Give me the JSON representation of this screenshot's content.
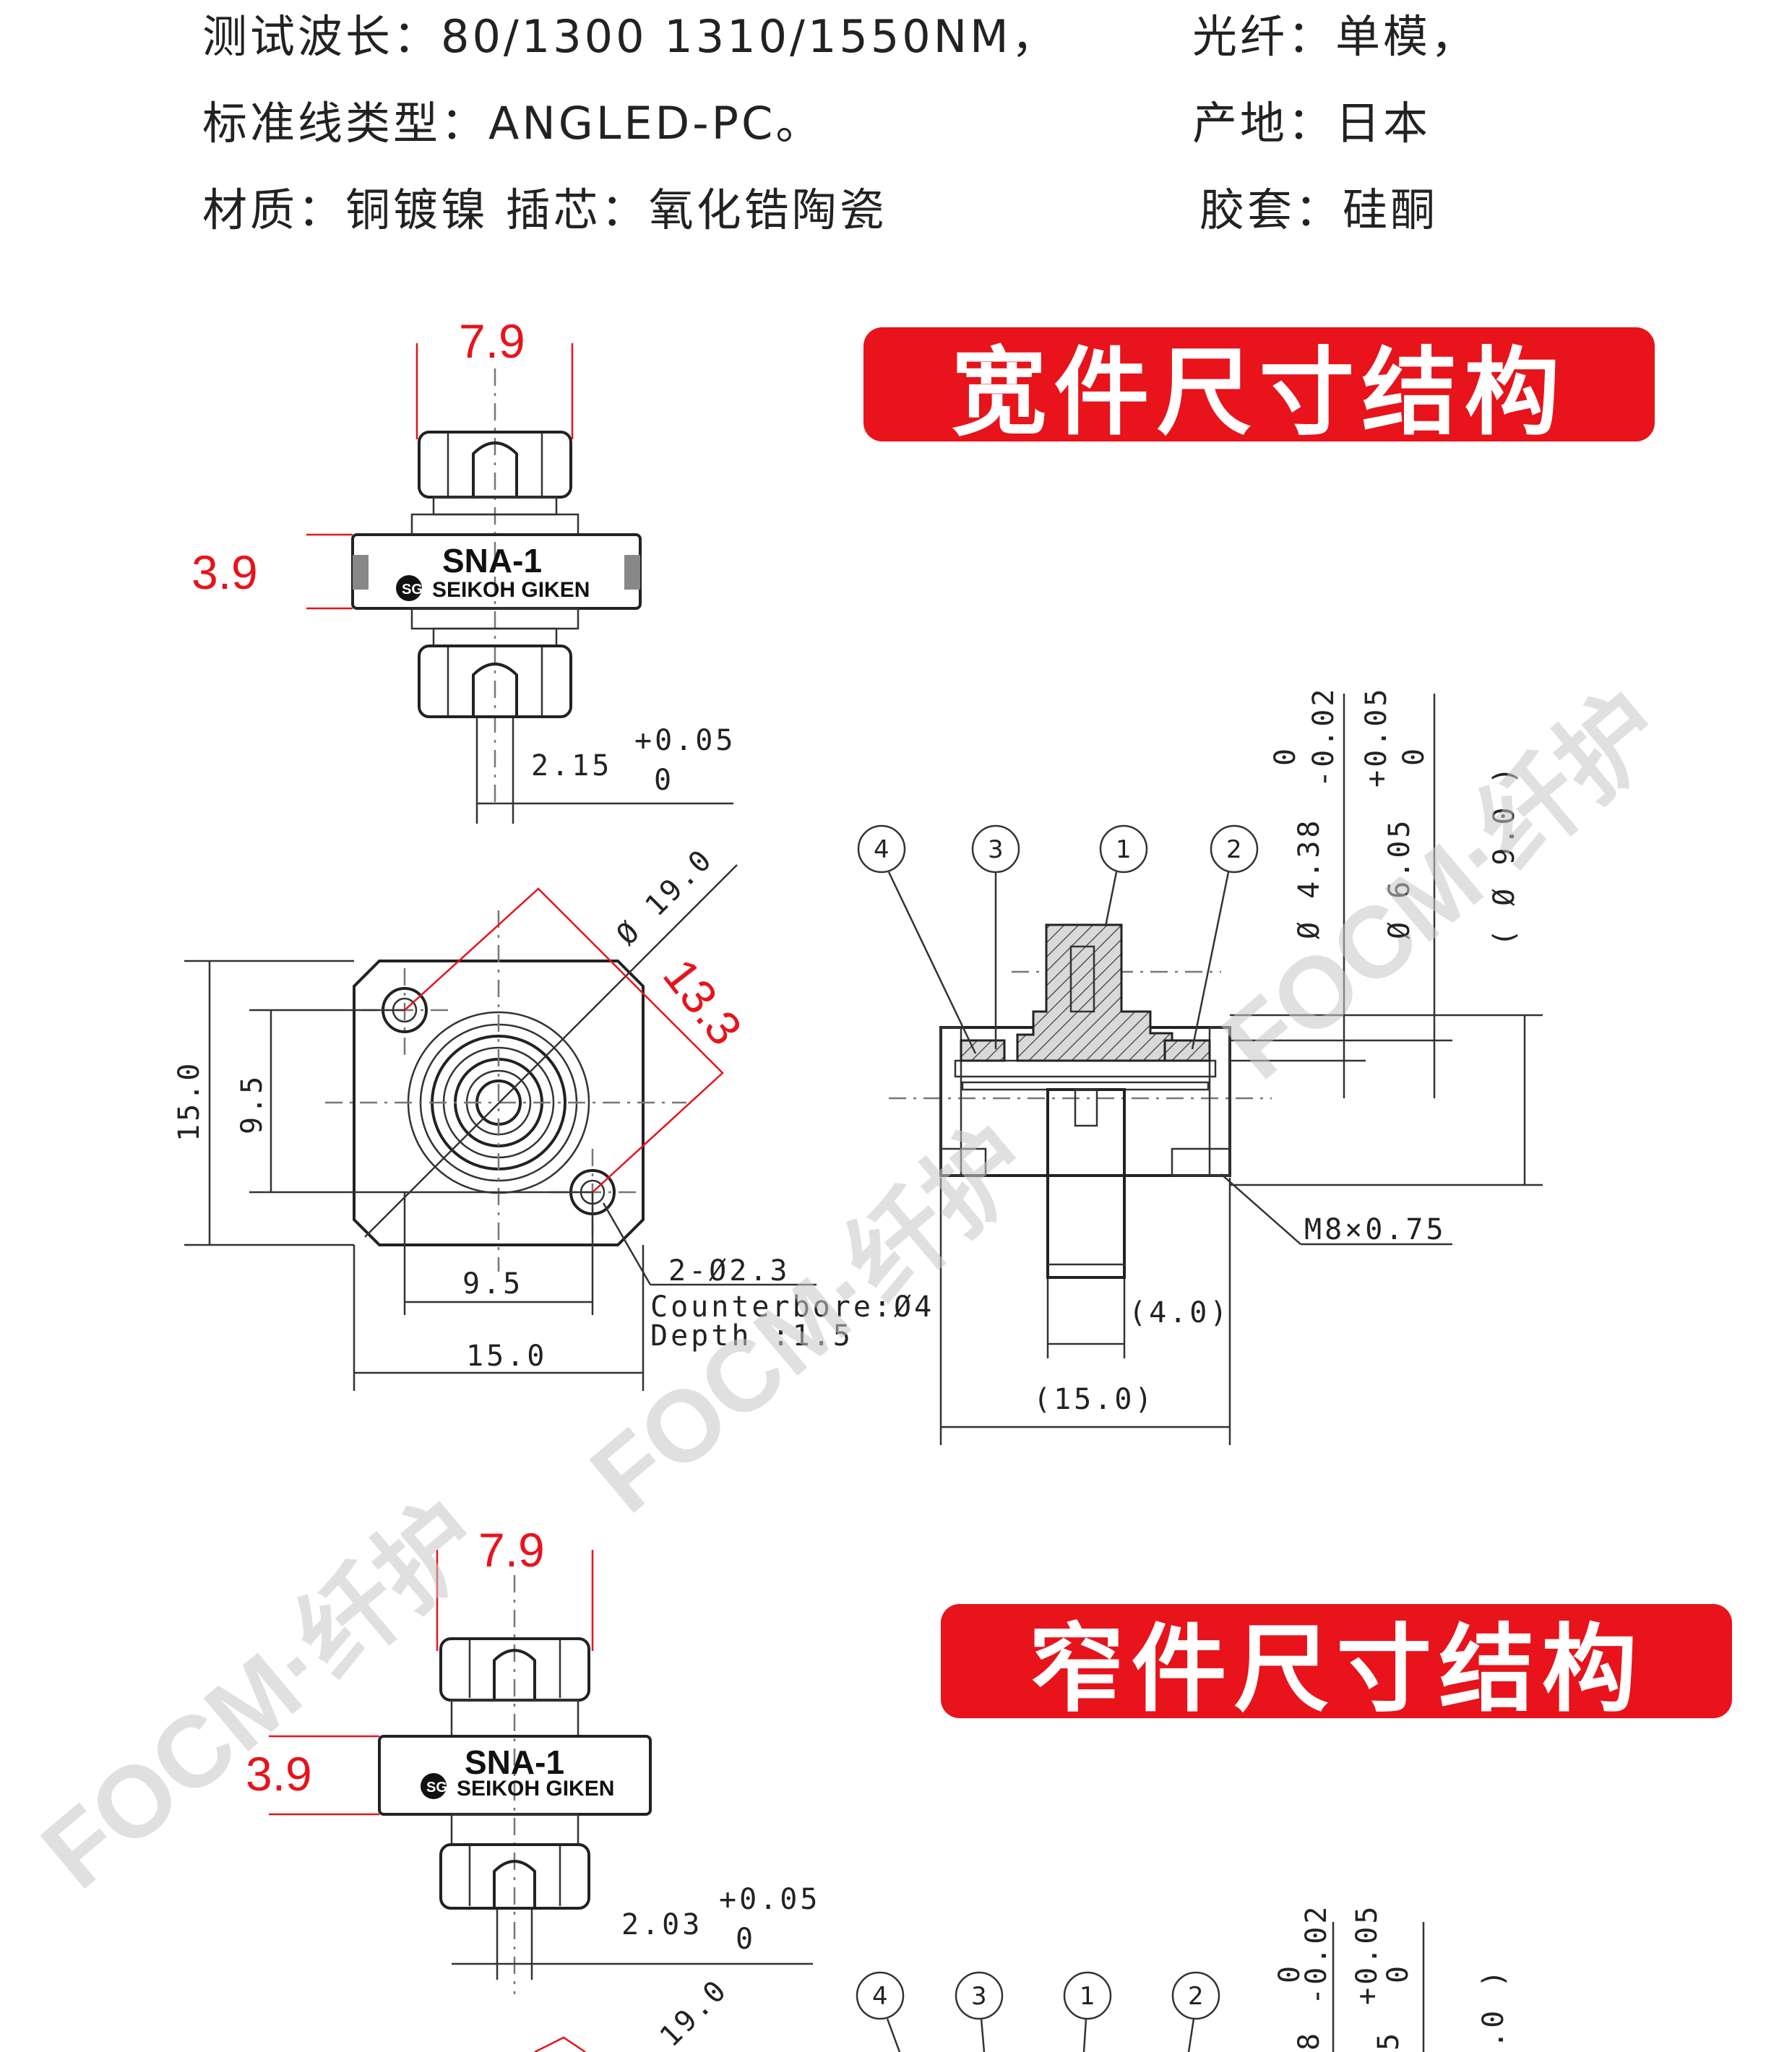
{
  "specs": {
    "wavelength": "测试波长：80/1300 1310/1550NM，",
    "fiber": "光纤：单模，",
    "line_type": "标准线类型：ANGLED-PC。",
    "origin": "产地：日本",
    "material": "材质：铜镀镍 插芯：氧化锆陶瓷",
    "sleeve": "胶套：硅酮"
  },
  "banners": {
    "wide": "宽件尺寸结构",
    "narrow": "窄件尺寸结构"
  },
  "product": {
    "model": "SNA-1",
    "brand": "SEIKOH GIKEN",
    "logo_letters": "SG"
  },
  "watermark": "FOCM·纤护",
  "wide": {
    "width_top": "7.9",
    "height_side": "3.9",
    "shaft": "2.15",
    "shaft_tol_plus": "+0.05",
    "shaft_tol_zero": "0",
    "diag": "Ø 19.0",
    "diag_red": "13.3",
    "outer_h": "15.0",
    "inner_h": "9.5",
    "inner_w": "9.5",
    "outer_w": "15.0",
    "hole": "2-Ø2.3",
    "counterbore": "Counterbore:Ø4",
    "depth": "Depth        :1.5",
    "thread": "M8×0.75",
    "len_4": "(4.0)",
    "len_15": "(15.0)",
    "bore1": "Ø 4.38",
    "bore1_tol_a": "0",
    "bore1_tol_b": "-0.02",
    "bore2": "Ø 6.05",
    "bore2_tol_a": "+0.05",
    "bore2_tol_b": "0",
    "bore3": "( Ø 9.0 )",
    "parts": [
      "4",
      "3",
      "1",
      "2"
    ]
  },
  "narrow": {
    "width_top": "7.9",
    "height_side": "3.9",
    "shaft": "2.03",
    "shaft_tol_plus": "+0.05",
    "shaft_tol_zero": "0",
    "diag": "19.0",
    "bore1_tol_a": "0",
    "bore1_tol_b": "-0.02",
    "bore1_cut": "8",
    "bore2_tol_a": "+0.05",
    "bore2_tol_b": "0",
    "bore2_cut": "5",
    "bore3_cut": ".0 )",
    "parts": [
      "4",
      "3",
      "1",
      "2"
    ]
  }
}
